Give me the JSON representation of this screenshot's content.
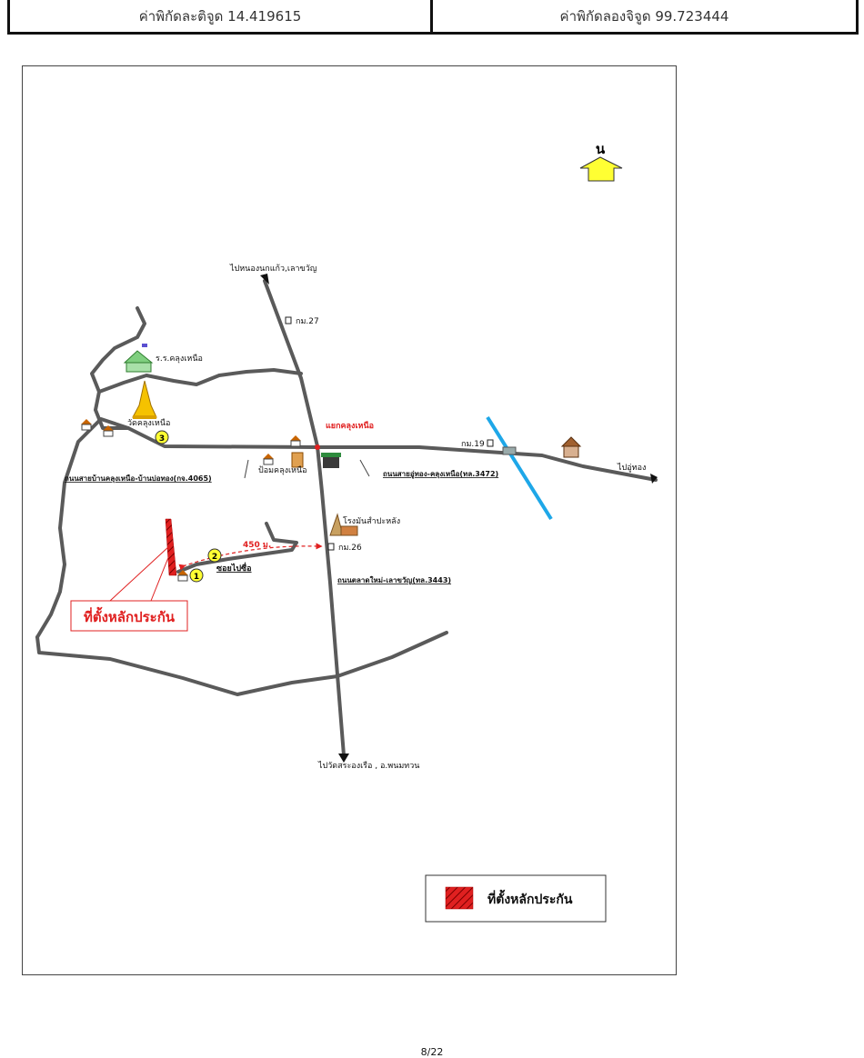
{
  "header": {
    "latitude_label": "ค่าพิกัดละติจูด 14.419615",
    "longitude_label": "ค่าพิกัดลองจิจูด 99.723444"
  },
  "map": {
    "north_label": "น",
    "labels": {
      "to_north": "ไปหนองนกแก้ว,เลาขวัญ",
      "km27": "กม.27",
      "school": "ร.ร.คลุงเหนือ",
      "temple": "วัดคลุงเหนือ",
      "junction": "แยกคลุงเหนือ",
      "km19": "กม.19",
      "to_east": "ไปอู่ทอง",
      "road_west": "ถนนสายบ้านคลุงเหนือ-บ้านบ่อทอง(กจ.4065)",
      "gas_station": "ป้อมคลุงเหนือ",
      "road_east": "ถนนสายอู่ทอง-คลุงเหนือ(ทล.3472)",
      "factory": "โรงมันสำปะหลัง",
      "distance": "450 ม.",
      "km26": "กม.26",
      "soi": "ซอยไปซื่อ",
      "road_south": "ถนนตลาดใหม่-เลาขวัญ(ทล.3443)",
      "collateral_callout": "ที่ตั้งหลักประกัน",
      "to_south": "ไปวัดสระองเรือ , อ.พนมทวน",
      "marker1": "1",
      "marker2": "2",
      "marker3": "3"
    },
    "legend": {
      "label": "ที่ตั้งหลักประกัน"
    },
    "colors": {
      "road": "#5a5a5a",
      "collateral": "#e02020",
      "river": "#1ea7e8",
      "north_arrow": "#ffff33",
      "marker": "#ffff33"
    },
    "icons": [
      "house-icon",
      "school-icon",
      "temple-icon",
      "gas-station-icon",
      "shop-icon",
      "factory-icon",
      "milestone-icon",
      "bridge-icon",
      "gazebo-icon",
      "north-arrow-icon"
    ]
  },
  "footer": {
    "page_number": "8/22"
  }
}
